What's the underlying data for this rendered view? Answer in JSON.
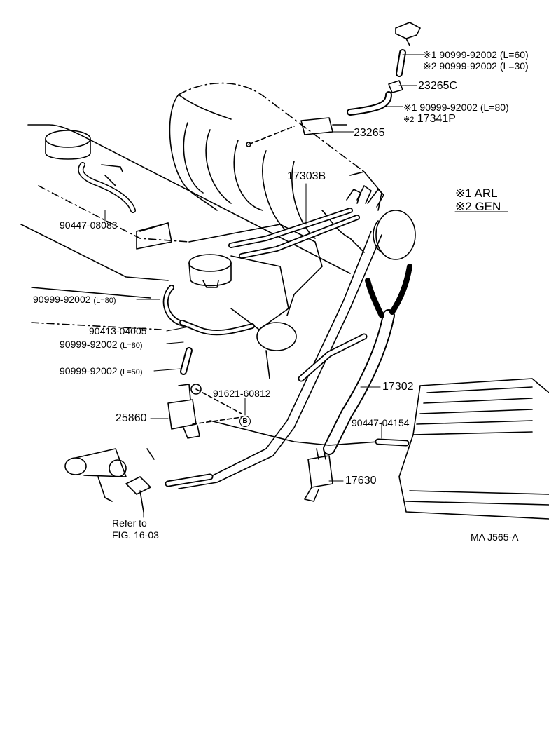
{
  "labels": {
    "p_90999_92002_a": "90999-92002",
    "p_l60": "(L=60)",
    "p_90999_92002_b": "90999-92002",
    "p_l30": "(L=30)",
    "p_23265c": "23265C",
    "p_90999_92002_c": "90999-92002",
    "p_l80a": "(L=80)",
    "p_17341p": "17341P",
    "p_23265": "23265",
    "p_17303b": "17303B",
    "p_90447_08083": "90447-08083",
    "p_90999_92002_d": "90999-92002",
    "p_l80b": "(L=80)",
    "p_90413_04005": "90413-04005",
    "p_90999_92002_e": "90999-92002",
    "p_l80c": "(L=80)",
    "p_90999_92002_f": "90999-92002",
    "p_l50": "(L=50)",
    "p_91621_60812": "91621-60812",
    "p_25860": "25860",
    "p_17302": "17302",
    "p_90447_04154": "90447-04154",
    "p_17630": "17630",
    "refer_to": "Refer  to",
    "fig_ref": "FIG. 16-03",
    "drawing_code": "MA J565-A",
    "circle_b": "B",
    "mark1": "※1",
    "mark2": "※2"
  },
  "legend": {
    "item1_mark": "※1",
    "item1_text": "ARL",
    "item2_mark": "※2",
    "item2_text": "GEN"
  }
}
